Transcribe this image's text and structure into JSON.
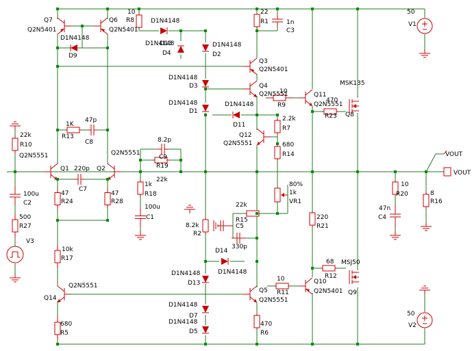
{
  "title": "AWB32",
  "labels": {
    "q7": "Q7",
    "q7m": "Q2N5401",
    "q6": "Q6",
    "q6m": "Q2N5401",
    "d9": "D1N4148",
    "d9n": "D9",
    "r8v": "10",
    "r8n": "R8",
    "d13": "D1N4148",
    "d13b": "D1N4148",
    "d13n": "D13",
    "d4": "D1N4148",
    "d4n": "D4",
    "d2": "D1N4148",
    "d2n": "D2",
    "r1v": "22",
    "r1n": "R1",
    "c3v": "1n",
    "c3n": "C3",
    "v1v": "50",
    "v1n": "V1",
    "q3": "Q3",
    "q3m": "Q2N5401",
    "d3": "D1N4148",
    "d3n": "D3",
    "q4": "Q4",
    "q4m": "Q2N5551",
    "r9v": "10",
    "r9n": "R9",
    "q11": "Q11",
    "q11m": "Q2N5551",
    "msk": "MSK135",
    "r23v": "470",
    "r23n": "R23",
    "q8": "Q8",
    "d1": "D1N4148",
    "d1n": "D1",
    "d11": "D1N4148",
    "d11n": "D11",
    "r7v": "2.2k",
    "r7n": "R7",
    "r13v": "1K",
    "r13n": "R13",
    "c8v": "47p",
    "c8n": "C8",
    "r10v": "22k",
    "r10n": "R10",
    "q12": "Q12",
    "q12m": "Q2N5551",
    "r14v": "680",
    "r14n": "R14",
    "c9v": "8.2p",
    "c9n": "C9",
    "q2m": "Q2N5551",
    "q1m": "Q2N5551",
    "r19n": "R19",
    "r19v": "22k",
    "vout1": "VOUT",
    "vout2": "VOUT",
    "q1": "Q1",
    "c7v": "220p",
    "c7n": "C7",
    "q2": "Q2",
    "r18v": "1k",
    "r18n": "R18",
    "vr1p": "80%",
    "vr1v": "1k",
    "vr1n": "VR1",
    "r20v": "10",
    "r20n": "R20",
    "r16v": "8",
    "r16n": "R16",
    "c2v": "100u",
    "c2n": "C2",
    "r24v": "47",
    "r24n": "R24",
    "r28v": "47",
    "r28n": "R28",
    "c1v": "100u",
    "c1n": "C1",
    "r15v": "22k",
    "r15n": "R15",
    "c5n": "C5",
    "c4v": "47n",
    "c4n": "C4",
    "r27v": "500",
    "r27n": "R27",
    "r2v": "8.2k",
    "r2n": "R2",
    "r21v": "220",
    "r21n": "R21",
    "v3n": "V3",
    "c5v": "330p",
    "r17v": "10k",
    "r17n": "R17",
    "d14n": "D14",
    "d14": "D1N4148",
    "r12v": "68",
    "r12n": "R12",
    "msj": "MSJ50",
    "q14m": "Q2N5551",
    "q14": "Q14",
    "r11v": "10",
    "r11n": "R11",
    "q10": "Q10",
    "q10m": "Q2N5401",
    "q9": "Q9",
    "q5": "Q5",
    "q5m": "Q2N5551",
    "d7": "D1N4148",
    "d7n": "D7",
    "d5": "D1N4148",
    "d5n": "D5",
    "v2v": "50",
    "v2n": "V2",
    "r5v": "680",
    "r5n": "R5",
    "r6v": "470",
    "r6n": "R6"
  },
  "colors": {
    "wire": "#1f7a1f",
    "component": "#c80000",
    "node": "#0a8a0a",
    "text": "#000000"
  }
}
